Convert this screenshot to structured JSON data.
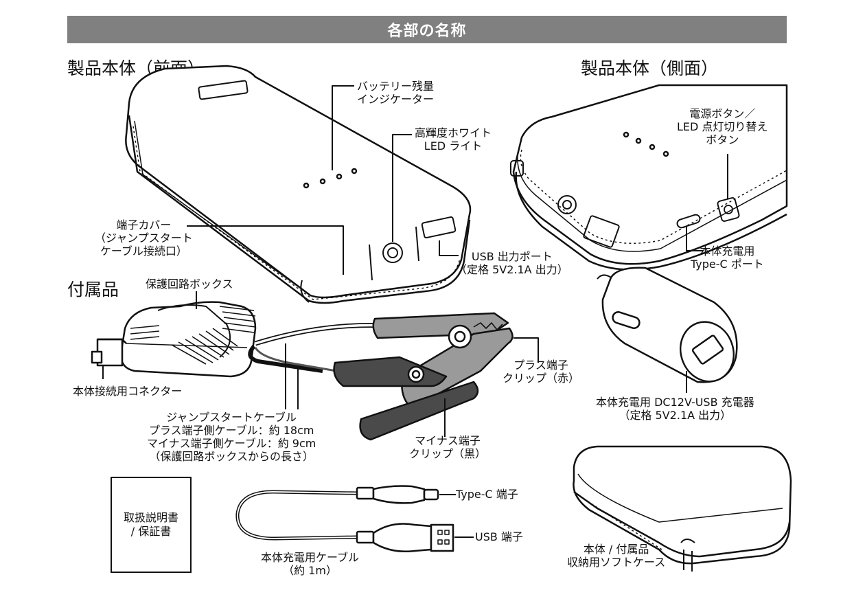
{
  "banner": {
    "title": "各部の名称"
  },
  "headings": {
    "front": "製品本体（前面）",
    "side": "製品本体（側面）",
    "accessories": "付属品"
  },
  "labels": {
    "battery_indicator": [
      "バッテリー残量",
      "インジケーター"
    ],
    "led_light": [
      "高輝度ホワイト",
      "LED ライト"
    ],
    "terminal_cover": [
      "端子カバー",
      "（ジャンプスタート",
      "ケーブル接続口）"
    ],
    "usb_output": [
      "USB 出力ポート",
      "（定格 5V2.1A 出力）"
    ],
    "power_button": [
      "電源ボタン／",
      "LED 点灯切り替え",
      "ボタン"
    ],
    "typec_port": [
      "本体充電用",
      "Type-C ポート"
    ],
    "protection_box": "保護回路ボックス",
    "connector": "本体接続用コネクター",
    "plus_clip": [
      "プラス端子",
      "クリップ（赤）"
    ],
    "minus_clip": [
      "マイナス端子",
      "クリップ（黒）"
    ],
    "jump_cable": [
      "ジャンプスタートケーブル",
      "プラス端子側ケーブル：約 18cm",
      "マイナス端子側ケーブル：約 9cm",
      "（保護回路ボックスからの長さ）"
    ],
    "car_charger": [
      "本体充電用 DC12V-USB 充電器",
      "（定格 5V2.1A 出力）"
    ],
    "manual": [
      "取扱説明書",
      "/ 保証書"
    ],
    "typec_terminal": "Type-C 端子",
    "usb_terminal": "USB 端子",
    "charge_cable": [
      "本体充電用ケーブル",
      "（約 1m）"
    ],
    "soft_case": [
      "本体 / 付属品",
      "収納用ソフトケース"
    ]
  },
  "colors": {
    "banner_bg": "#808080",
    "clip_plus": "#9a9a9a",
    "clip_minus": "#4a4a4a",
    "line": "#111111"
  }
}
